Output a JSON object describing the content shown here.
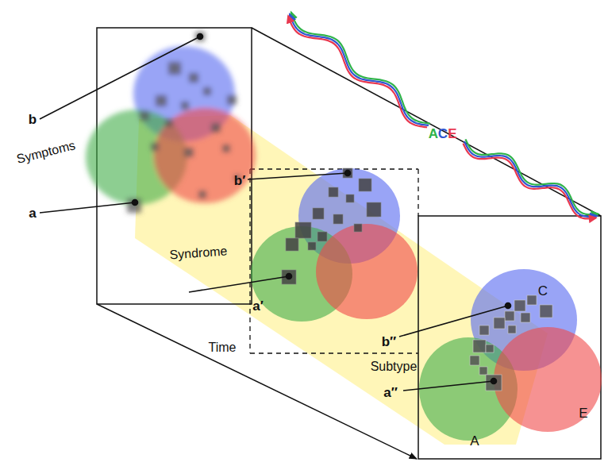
{
  "diagram": {
    "labels": [
      "A",
      "C",
      "E",
      "b",
      "Symptoms",
      "a",
      "b′",
      "Syndrome",
      "a′",
      "Time",
      "C",
      "b″",
      "Subtype",
      "a″",
      "A",
      "E"
    ]
  }
}
